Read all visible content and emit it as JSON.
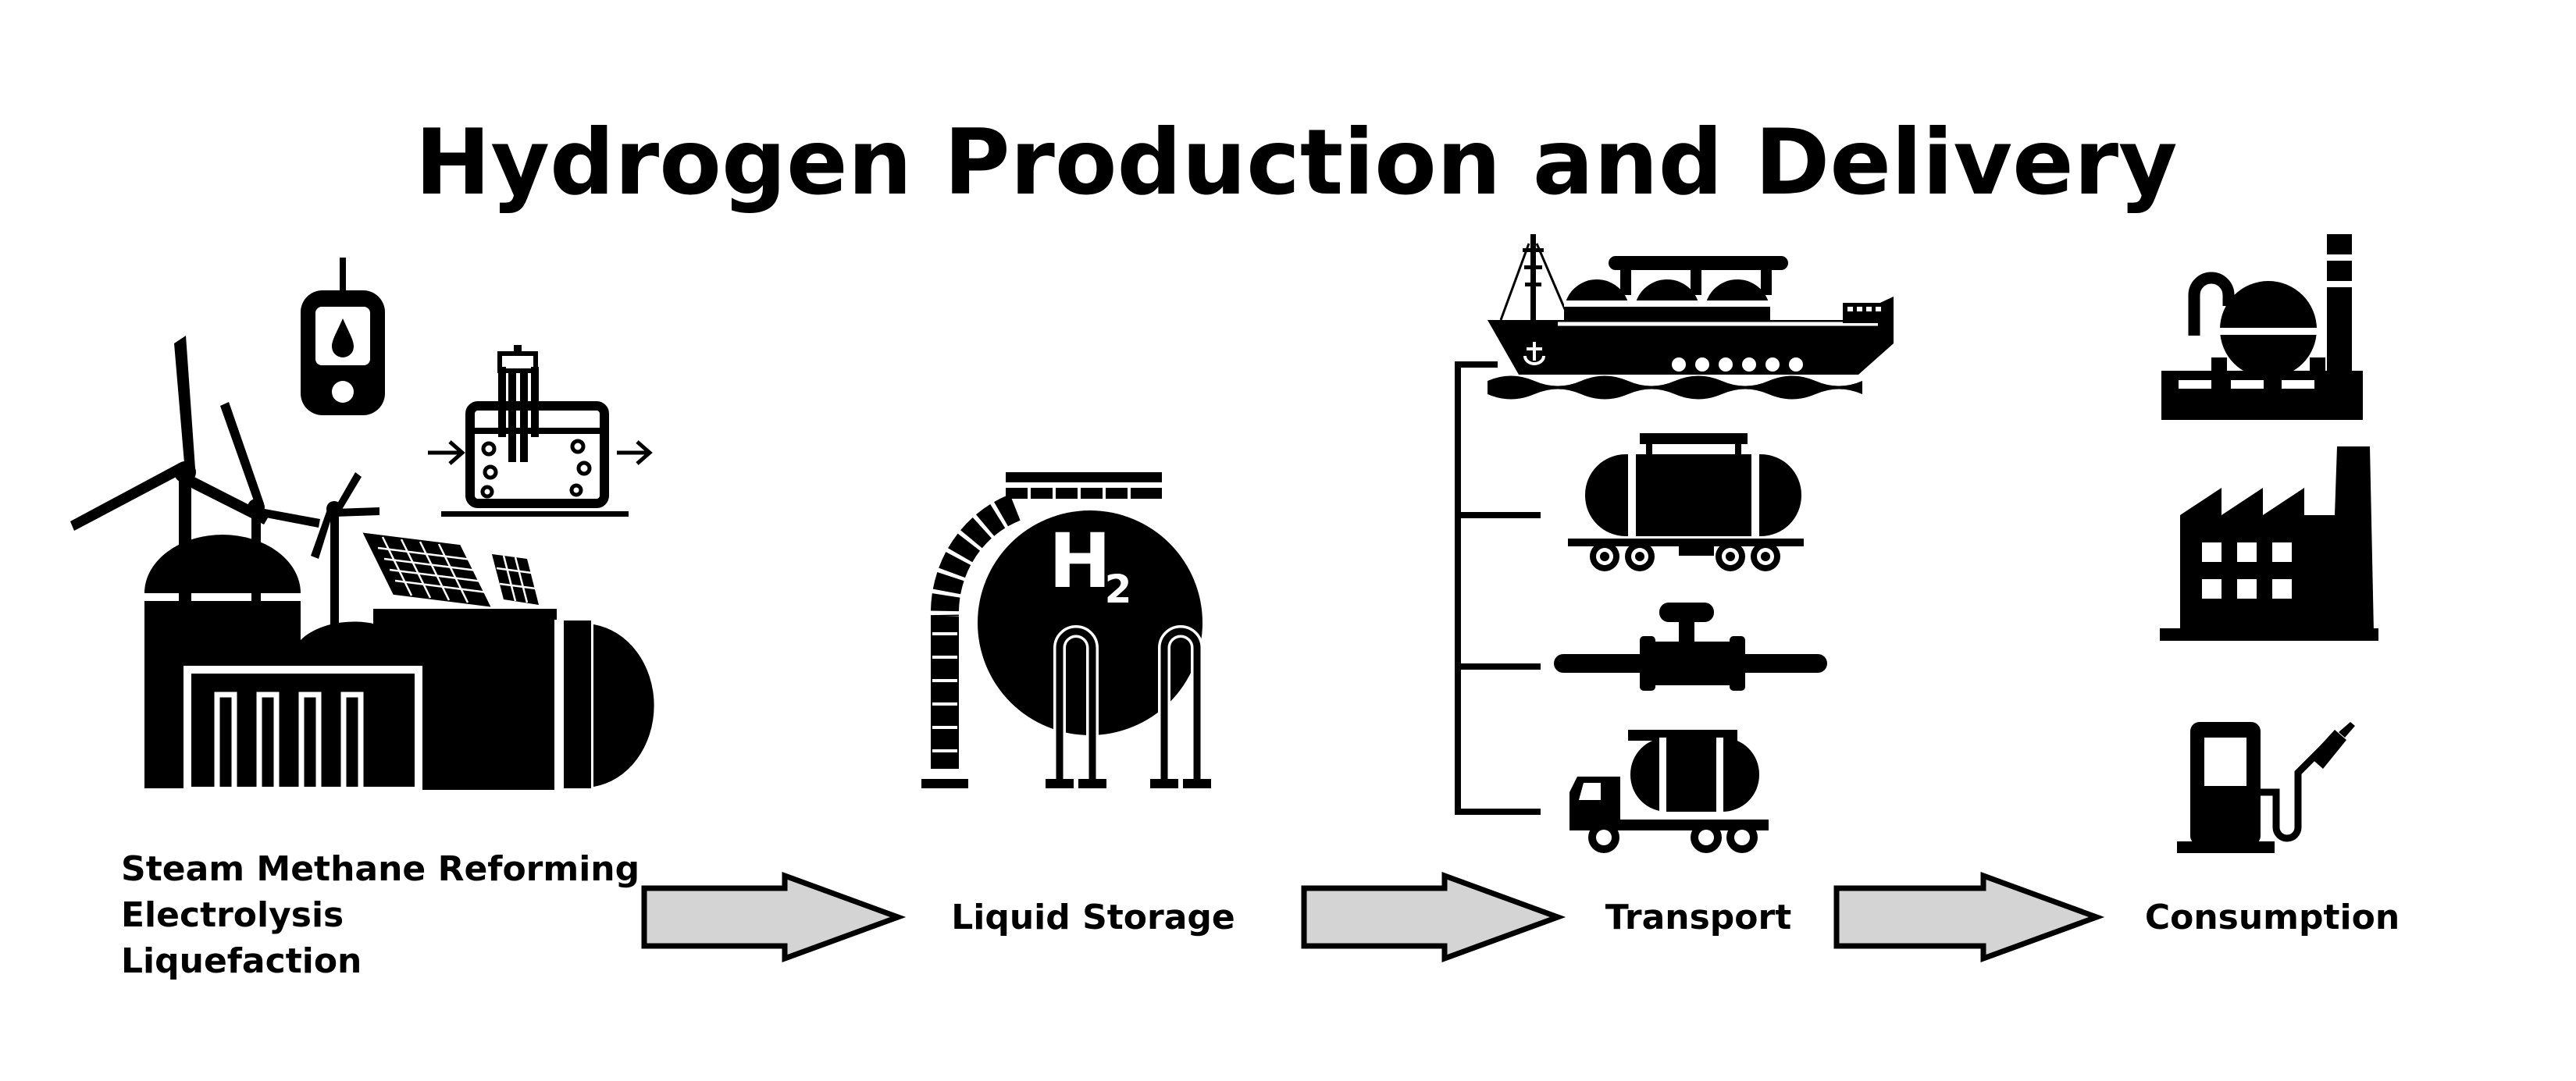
{
  "title": "Hydrogen Production and Delivery",
  "stages": {
    "production": {
      "lines": [
        "Steam Methane Reforming",
        "Electrolysis",
        "Liquefaction"
      ],
      "icons": [
        "wind-turbine-icon",
        "solar-panel-icon",
        "water-meter-icon",
        "electrolyzer-icon",
        "reformer-plant-icon"
      ]
    },
    "storage": {
      "label": "Liquid Storage",
      "tank_symbol": "H",
      "tank_subscript": "2"
    },
    "transport": {
      "label": "Transport",
      "icons": [
        "tanker-ship-icon",
        "rail-tank-car-icon",
        "pipeline-valve-icon",
        "tanker-truck-icon"
      ]
    },
    "consumption": {
      "label": "Consumption",
      "icons": [
        "refinery-icon",
        "factory-icon",
        "fuel-pump-icon"
      ]
    }
  },
  "colors": {
    "ink": "#000000",
    "arrow_fill": "#d4d4d4",
    "background": "#ffffff"
  }
}
